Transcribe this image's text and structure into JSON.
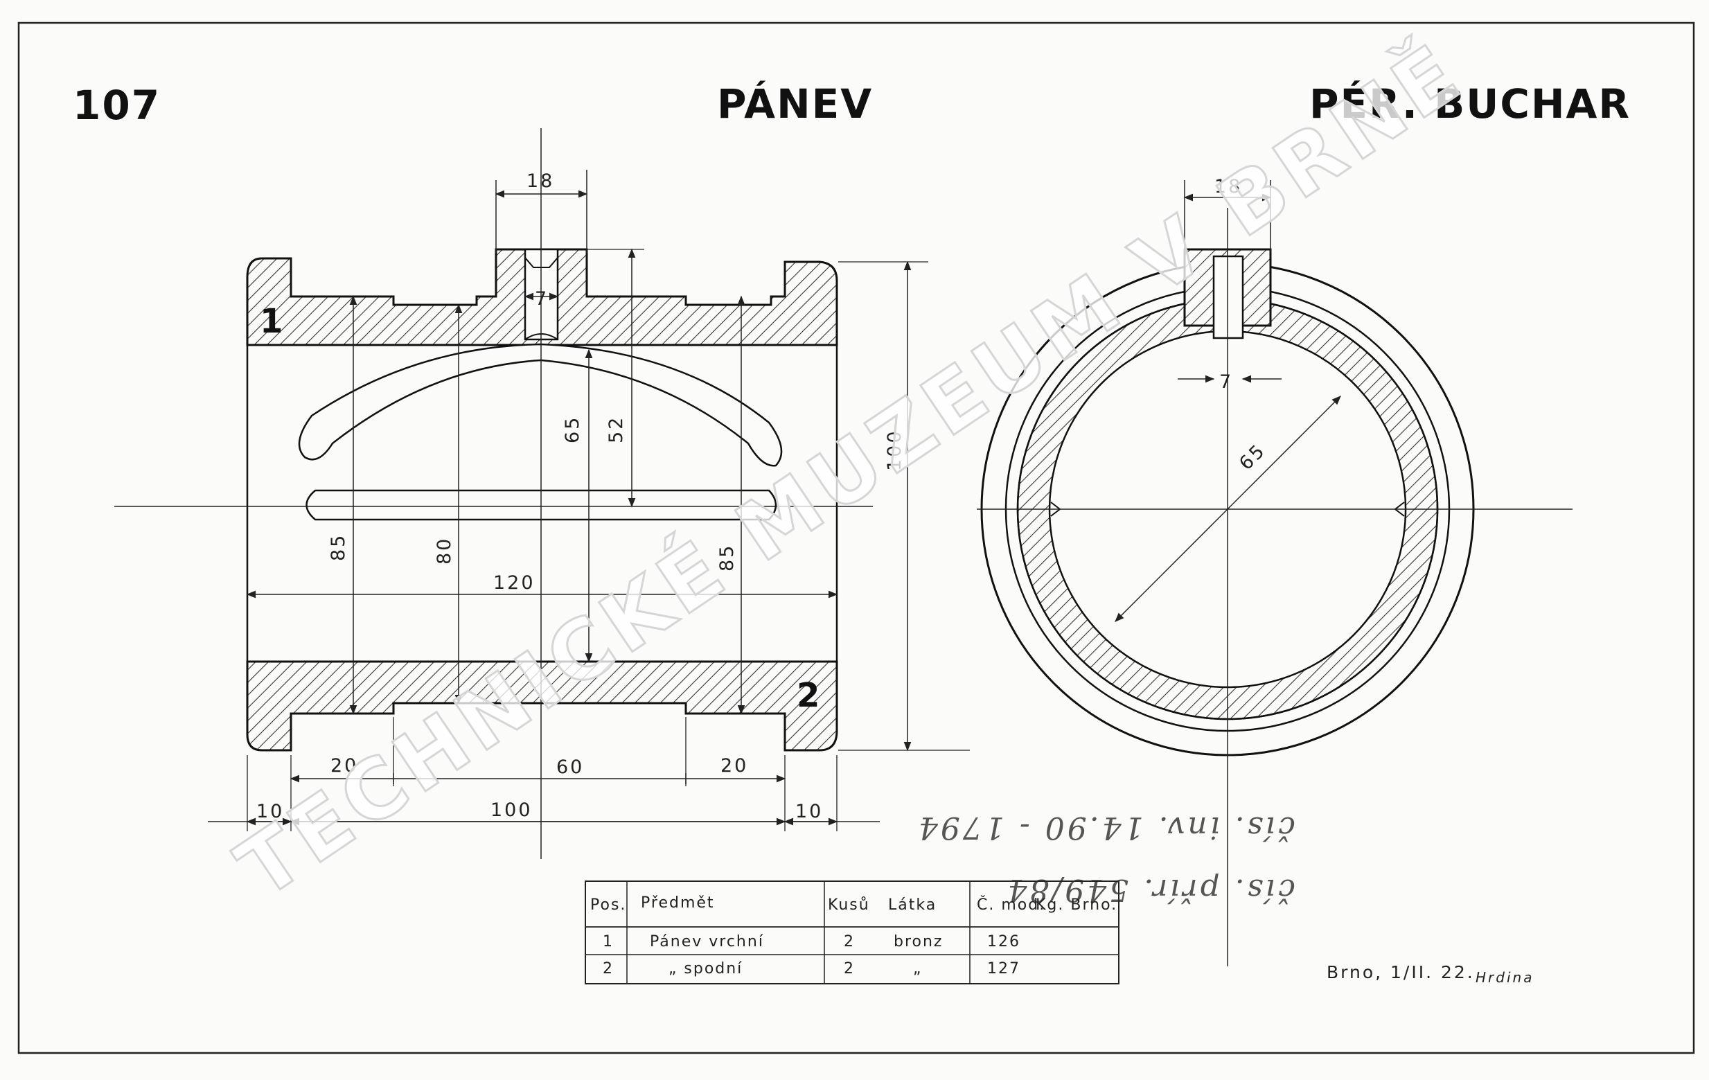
{
  "header": {
    "number": "107",
    "title": "PÁNEV",
    "subtitle": "PÉR. BUCHAR"
  },
  "parts": {
    "upper": "1",
    "lower": "2"
  },
  "side_view_dims": {
    "slot_width": "18",
    "bore": "7",
    "height_65": "65",
    "height_52": "52",
    "height_100": "100",
    "left_85": "85",
    "center_80": "80",
    "right_85": "85",
    "length_120": "120",
    "seg_left_20": "20",
    "seg_mid_60": "60",
    "seg_right_20": "20",
    "end_left_10": "10",
    "span_100": "100",
    "end_right_10": "10"
  },
  "front_view_dims": {
    "slot_width": "18",
    "bore": "7",
    "diameter": "65"
  },
  "parts_table": {
    "headers": [
      "Pos.",
      "Předmět",
      "Kusů",
      "Látka",
      "Č. mod.",
      "Kg. Brno."
    ],
    "rows": [
      [
        "1",
        "Pánev vrchní",
        "2",
        "bronz",
        "126"
      ],
      [
        "2",
        "„ spodní",
        "2",
        "„",
        "127"
      ]
    ]
  },
  "annotations": {
    "inventory": "čís. inv. 14.90 - 1794",
    "accession": "čís. přír. 549/84"
  },
  "footer": {
    "place_date": "Brno, 1/II. 22.",
    "signature": "Hrdina"
  },
  "watermark": "TECHNICKÉ MUZEUM V BRNĚ"
}
